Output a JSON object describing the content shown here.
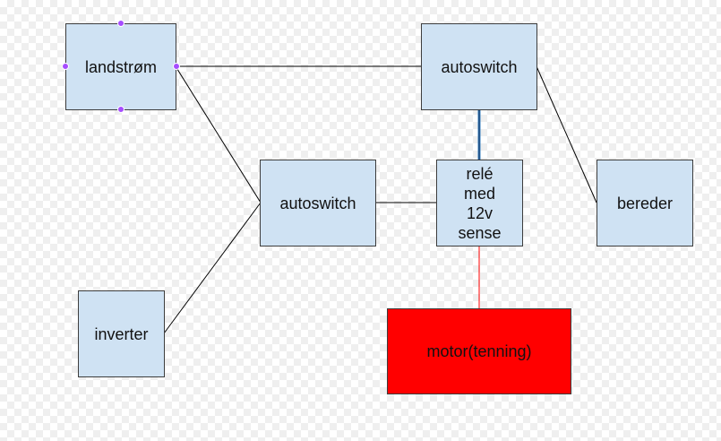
{
  "nodes": {
    "landstrom": "landstrøm",
    "autoswitch_top": "autoswitch",
    "autoswitch_mid": "autoswitch",
    "rele": "relé\nmed\n12v\nsense",
    "bereder": "bereder",
    "inverter": "inverter",
    "motor": "motor(tenning)"
  },
  "colors": {
    "node_fill": "#cfe2f3",
    "motor_fill": "#ff0000",
    "wire": "#000000",
    "wire_blue": "#3d85c6",
    "wire_red": "#ff0000",
    "selection_handle": "#a64dff"
  }
}
